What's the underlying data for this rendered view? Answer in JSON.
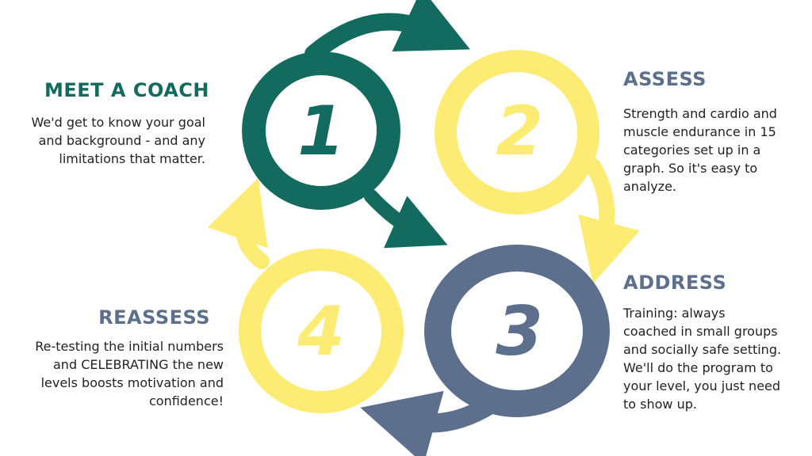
{
  "colors": {
    "teal": "#136b5f",
    "yellow": "#fcec74",
    "slate": "#5c6f8c",
    "text": "#222222"
  },
  "steps": [
    {
      "number": "1",
      "title": "MEET A COACH",
      "description": "We'd get to know your goal\nand background - and any\nlimitations  that matter."
    },
    {
      "number": "2",
      "title": "ASSESS",
      "description": "Strength and cardio and\nmuscle endurance in 15\ncategories set up in a\ngraph. So it's easy to\nanalyze."
    },
    {
      "number": "3",
      "title": "ADDRESS",
      "description": "Training: always\ncoached in small groups\nand socially safe setting.\nWe'll do the program to\nyour level, you just need\nto show up."
    },
    {
      "number": "4",
      "title": "REASSESS",
      "description": "Re-testing the initial numbers\nand CELEBRATING the  new\nlevels boosts motivation and\nconfidence!"
    }
  ]
}
